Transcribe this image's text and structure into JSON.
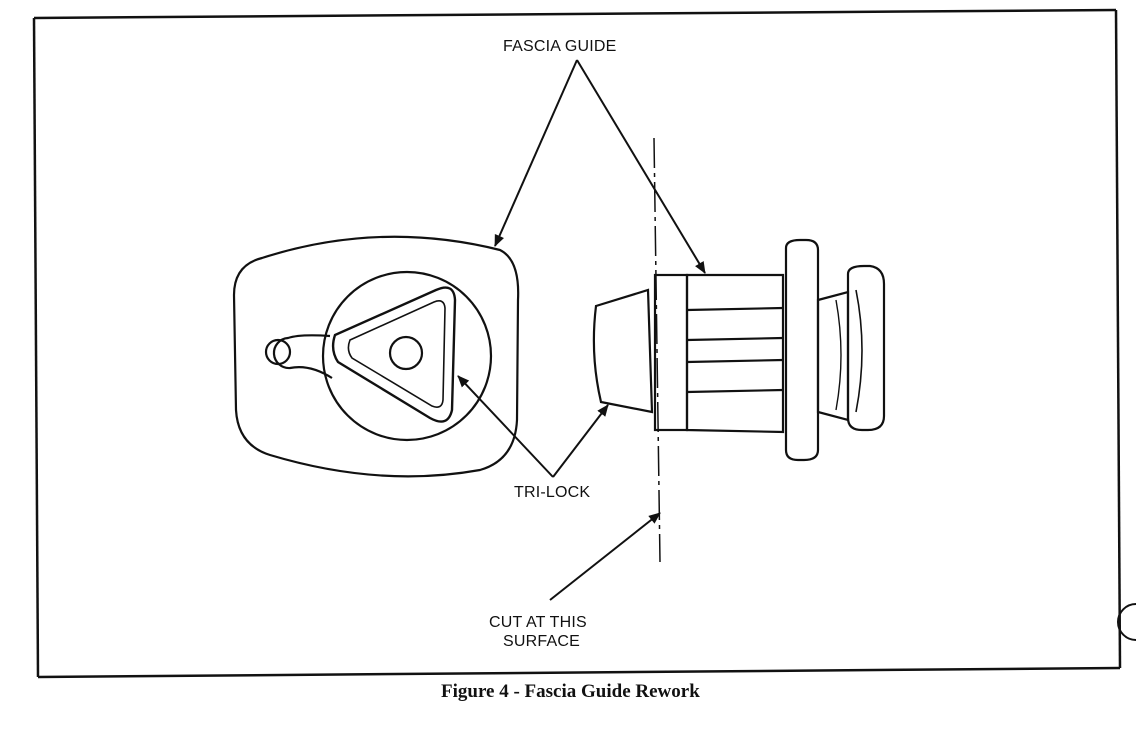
{
  "labels": {
    "fascia_guide": "FASCIA GUIDE",
    "tri_lock": "TRI-LOCK",
    "cut_line1": "CUT AT THIS",
    "cut_line2": "SURFACE"
  },
  "caption": "Figure 4 - Fascia Guide Rework",
  "colors": {
    "ink": "#111111",
    "paper": "#ffffff"
  }
}
